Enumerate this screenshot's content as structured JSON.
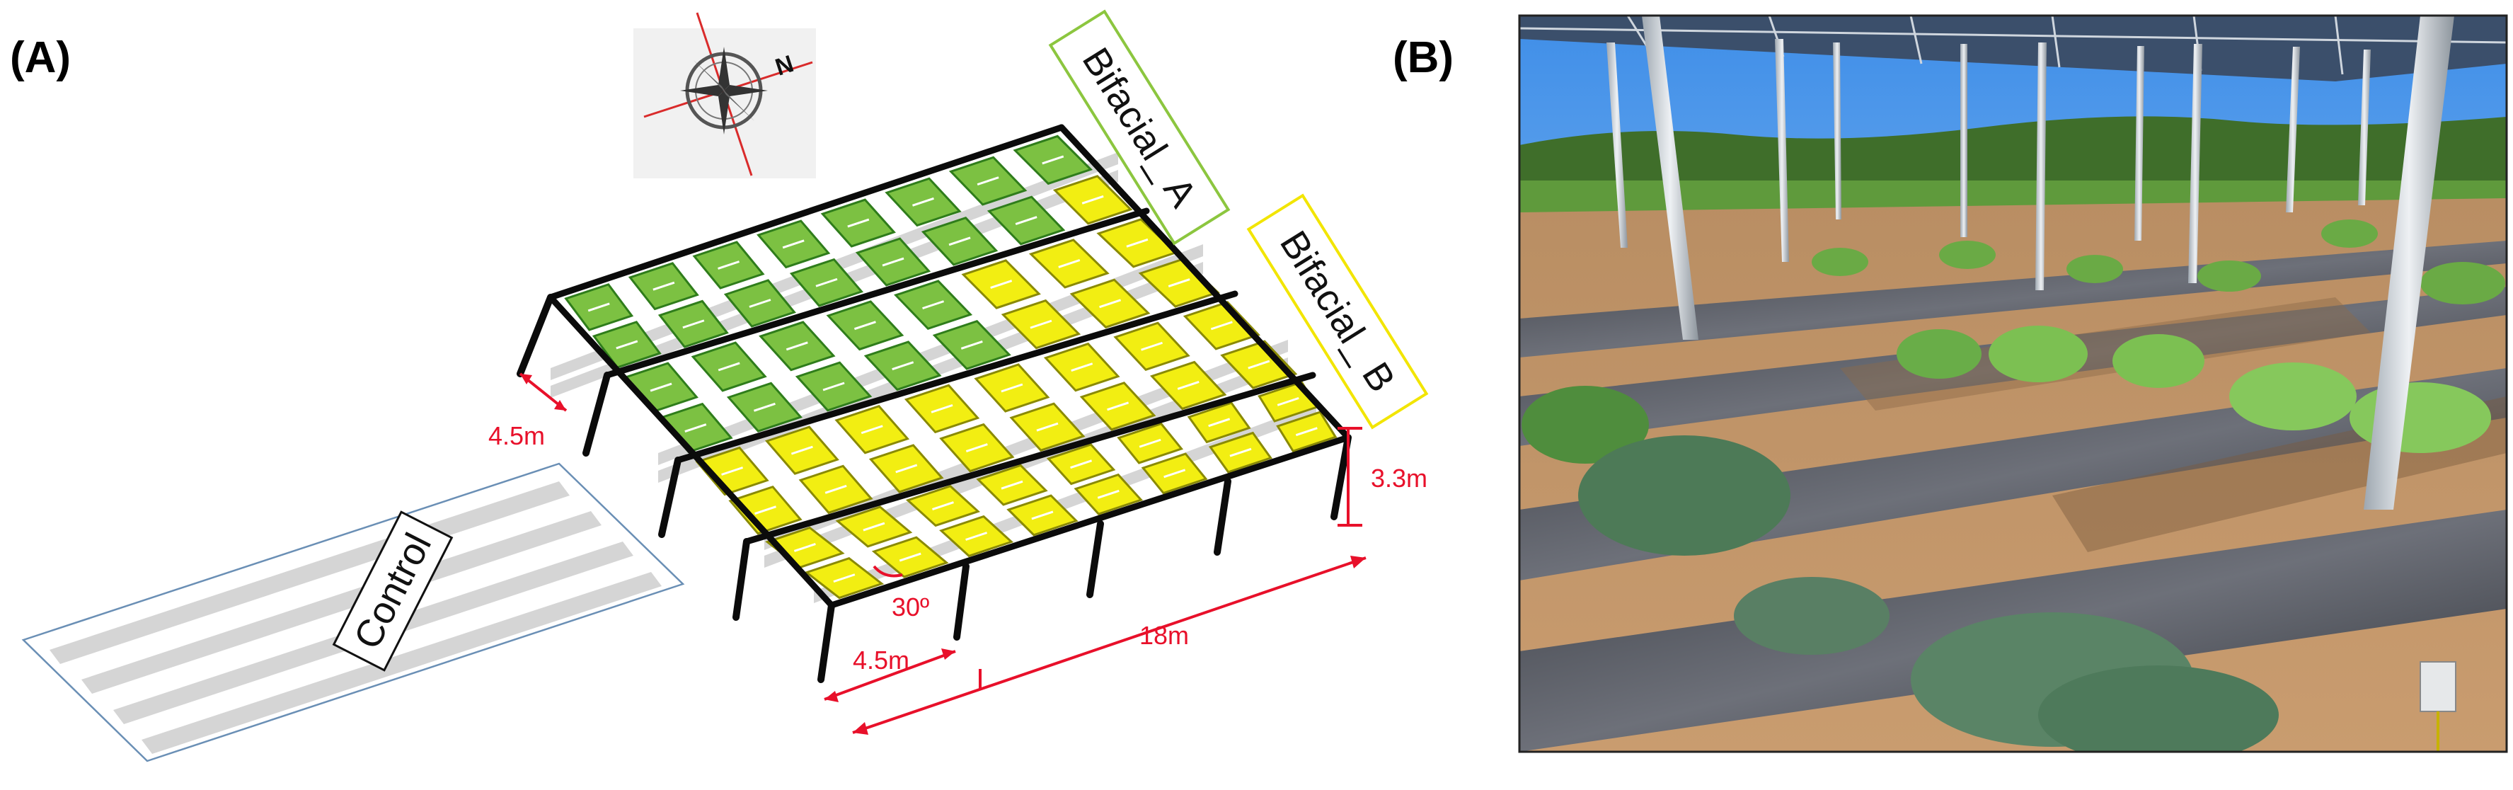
{
  "panel_a": {
    "letter": "(A)",
    "labels": {
      "bifacial_a": "Bifacial_ A",
      "bifacial_b": "Bifacial_ B",
      "control": "Control"
    },
    "dimensions": {
      "spacing_side": "4.5m",
      "height": "3.3m",
      "spacing_front": "4.5m",
      "length": "18m",
      "tilt_angle": "30º"
    },
    "compass": {
      "north_label": "N"
    },
    "colors": {
      "bifacial_a_fill": "#7cc142",
      "bifacial_a_frame": "#2f7d1b",
      "bifacial_a_box": "#8cc63f",
      "bifacial_b_fill": "#f2ee12",
      "bifacial_b_frame": "#8a8a05",
      "bifacial_b_box": "#f2e500",
      "dimension": "#e8102a",
      "control_outline": "#6a8fb5"
    }
  },
  "panel_b": {
    "letter": "(B)",
    "photo_description_icon": "agrivoltaic-field-photo"
  }
}
